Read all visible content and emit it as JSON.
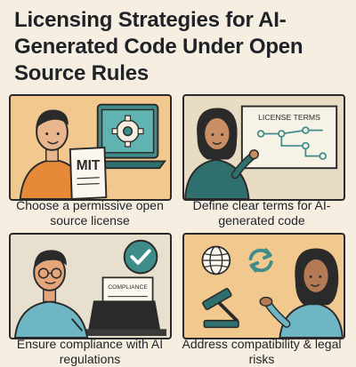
{
  "title": "Licensing Strategies for AI-Generated Code Under Open Source Rules",
  "cards": [
    {
      "caption": "Choose a permissive open source license",
      "sign_text": "MIT",
      "icon": "gear-icon",
      "bg": "#f1c98e"
    },
    {
      "caption": "Define clear terms for AI-generated code",
      "board_text": "LICENSE TERMS",
      "bg": "#e9dcc4"
    },
    {
      "caption": "Ensure compliance with AI regulations",
      "doc_text": "COMPLIANCE",
      "icon": "checkmark-icon",
      "bg": "#e7e0cf"
    },
    {
      "caption": "Address compatibility & legal risks",
      "icons": [
        "globe-icon",
        "sync-icon",
        "gavel-icon"
      ],
      "bg": "#f1c98e"
    }
  ],
  "colors": {
    "background": "#f6efe1",
    "accent_teal": "#3f8c8b",
    "orange": "#e68a3a",
    "dark": "#2a2a2a"
  }
}
